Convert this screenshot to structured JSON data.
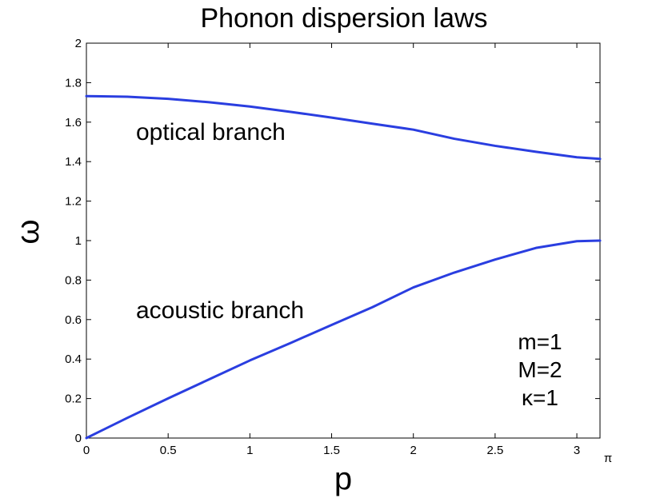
{
  "chart_data": {
    "type": "line",
    "title": "Phonon dispersion laws",
    "xlabel": "p",
    "ylabel": "ω",
    "xlim": [
      0,
      3.1416
    ],
    "ylim": [
      0,
      2
    ],
    "xticks": [
      0,
      0.5,
      1,
      1.5,
      2,
      2.5,
      3
    ],
    "xtick_labels": [
      "0",
      "0.5",
      "1",
      "1.5",
      "2",
      "2.5",
      "3"
    ],
    "xtick_extra_label": "π",
    "yticks": [
      0,
      0.2,
      0.4,
      0.6,
      0.8,
      1,
      1.2,
      1.4,
      1.6,
      1.8,
      2
    ],
    "ytick_labels": [
      "0",
      "0.2",
      "0.4",
      "0.6",
      "0.8",
      "1",
      "1.2",
      "1.4",
      "1.6",
      "1.8",
      "2"
    ],
    "grid": false,
    "line_color": "#2a3ee0",
    "series": [
      {
        "x": [
          0,
          0.25,
          0.5,
          0.75,
          1.0,
          1.25,
          1.5,
          1.75,
          2.0,
          2.25,
          2.5,
          2.75,
          3.0,
          3.1416
        ],
        "values": [
          1.732,
          1.729,
          1.718,
          1.701,
          1.679,
          1.652,
          1.623,
          1.592,
          1.562,
          1.516,
          1.48,
          1.45,
          1.422,
          1.414
        ]
      },
      {
        "x": [
          0,
          0.25,
          0.5,
          0.75,
          1.0,
          1.25,
          1.5,
          1.75,
          2.0,
          2.25,
          2.5,
          2.75,
          3.0,
          3.1416
        ],
        "values": [
          0,
          0.102,
          0.201,
          0.297,
          0.393,
          0.482,
          0.573,
          0.663,
          0.763,
          0.838,
          0.904,
          0.963,
          0.997,
          1.0
        ]
      }
    ],
    "annotations": [
      {
        "text": "optical branch",
        "x": 0.3,
        "y": 1.53
      },
      {
        "text": "acoustic branch",
        "x": 0.3,
        "y": 0.62
      }
    ],
    "parameters": [
      "m=1",
      "M=2",
      "κ=1"
    ]
  }
}
